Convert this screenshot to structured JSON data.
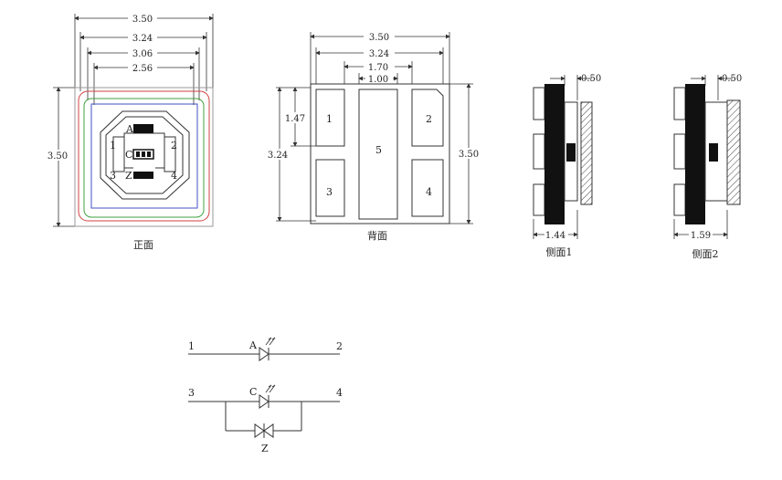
{
  "front": {
    "caption": "正面",
    "dims": [
      "3.50",
      "3.24",
      "3.06",
      "2.56"
    ],
    "height_dim": "3.50",
    "chip_labels": [
      "A",
      "C",
      "Z"
    ],
    "pad_labels": [
      "1",
      "2",
      "3",
      "4"
    ]
  },
  "back": {
    "caption": "背面",
    "dims": [
      "3.50",
      "3.24",
      "1.70",
      "1.00"
    ],
    "left_dims": [
      "1.47",
      "3.24"
    ],
    "right_dim": "3.50",
    "pad_labels": [
      "1",
      "2",
      "3",
      "4",
      "5"
    ]
  },
  "side1": {
    "caption": "侧面1",
    "top_dim": "0.50",
    "bottom_dim": "1.44"
  },
  "side2": {
    "caption": "侧面2",
    "top_dim": "0.50",
    "bottom_dim": "1.59"
  },
  "circuit": {
    "nodes": [
      "1",
      "2",
      "3",
      "4"
    ],
    "components": [
      "A",
      "C",
      "Z"
    ]
  },
  "colors": {
    "outline_red": "#d04040",
    "outline_blue": "#4050c0",
    "outline_green": "#40a040",
    "outline_gray": "#999999"
  }
}
